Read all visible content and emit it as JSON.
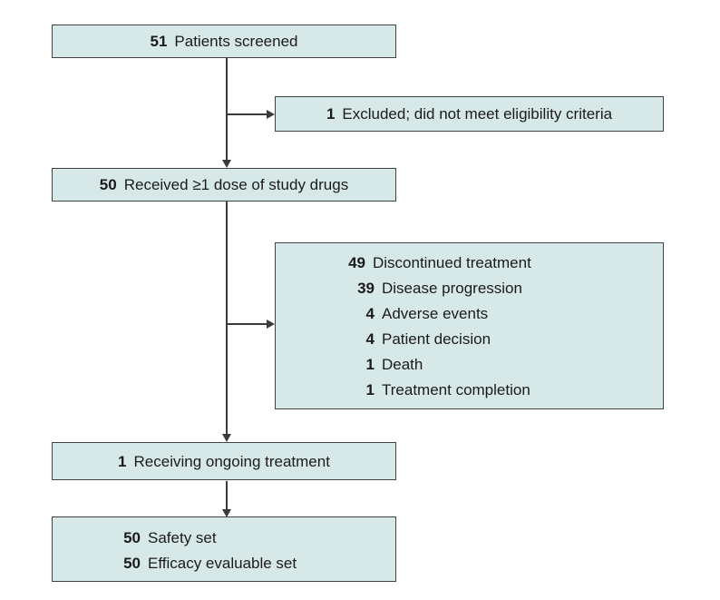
{
  "colors": {
    "box_fill": "#d7e8e9",
    "box_border": "#424242",
    "arrow": "#3a3a3a",
    "text": "#1b1b1b",
    "background": "#ffffff"
  },
  "boxes": {
    "screened": {
      "number": "51",
      "label": "Patients screened"
    },
    "excluded": {
      "number": "1",
      "label": "Excluded; did not meet eligibility criteria"
    },
    "received": {
      "number": "50",
      "label": "Received ≥1 dose of study drugs"
    },
    "discontinued": {
      "lines": [
        {
          "number": "49",
          "label": "Discontinued treatment"
        },
        {
          "number": "39",
          "label": "Disease progression"
        },
        {
          "number": "4",
          "label": "Adverse events"
        },
        {
          "number": "4",
          "label": "Patient decision"
        },
        {
          "number": "1",
          "label": "Death"
        },
        {
          "number": "1",
          "label": "Treatment completion"
        }
      ]
    },
    "ongoing": {
      "number": "1",
      "label": "Receiving ongoing treatment"
    },
    "analysis": {
      "lines": [
        {
          "number": "50",
          "label": "Safety set"
        },
        {
          "number": "50",
          "label": "Efficacy evaluable set"
        }
      ]
    }
  }
}
